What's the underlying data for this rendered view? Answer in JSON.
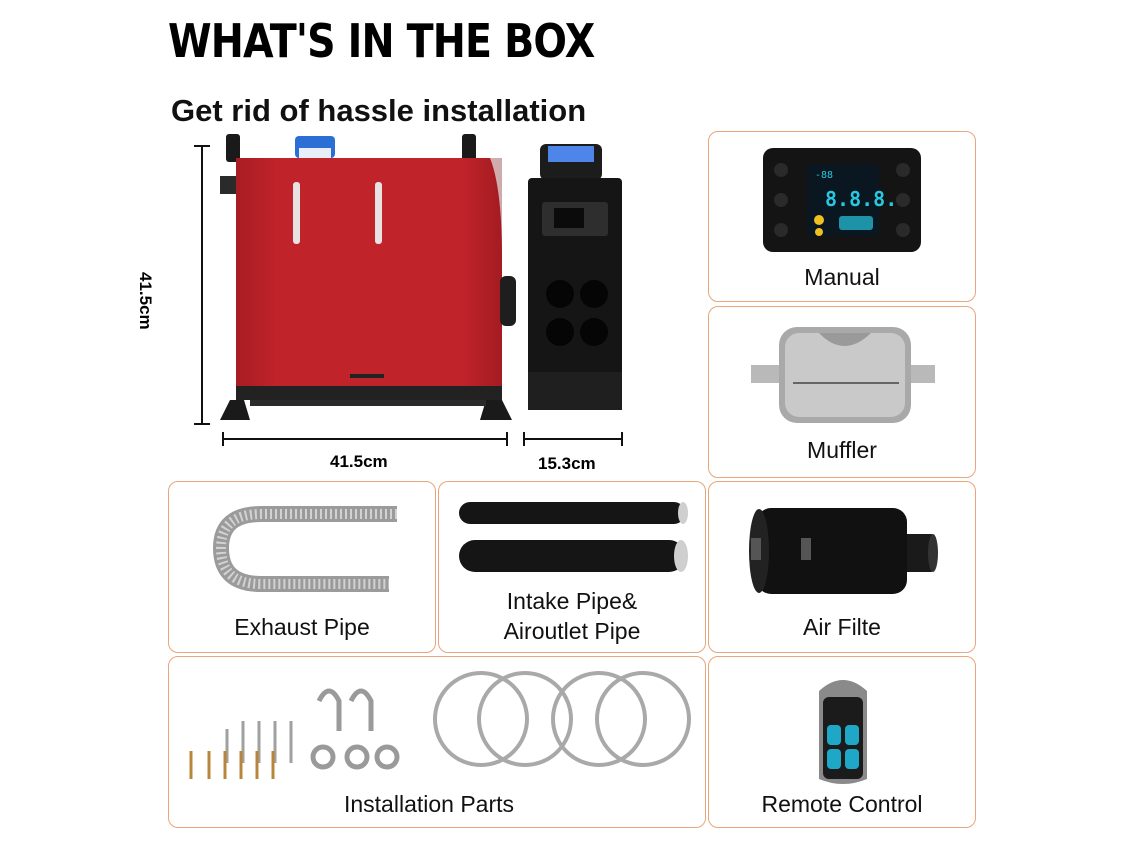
{
  "header": {
    "title": "WHAT'S IN THE BOX",
    "subtitle": "Get rid of hassle installation"
  },
  "dimensions": {
    "height": "41.5cm",
    "width": "41.5cm",
    "depth": "15.3cm"
  },
  "items": {
    "manual": "Manual",
    "muffler": "Muffler",
    "exhaust_pipe": "Exhaust Pipe",
    "intake_line1": "Intake Pipe&",
    "intake_line2": "Airoutlet Pipe",
    "air_filter": "Air Filte",
    "installation_parts": "Installation Parts",
    "remote_control": "Remote Control"
  },
  "controller_display": {
    "top_value": "-88",
    "main_value": "8.8.8."
  },
  "colors": {
    "heater_red": "#c0232a",
    "card_border": "#e9a67a",
    "screen_cyan": "#27c8e0"
  }
}
